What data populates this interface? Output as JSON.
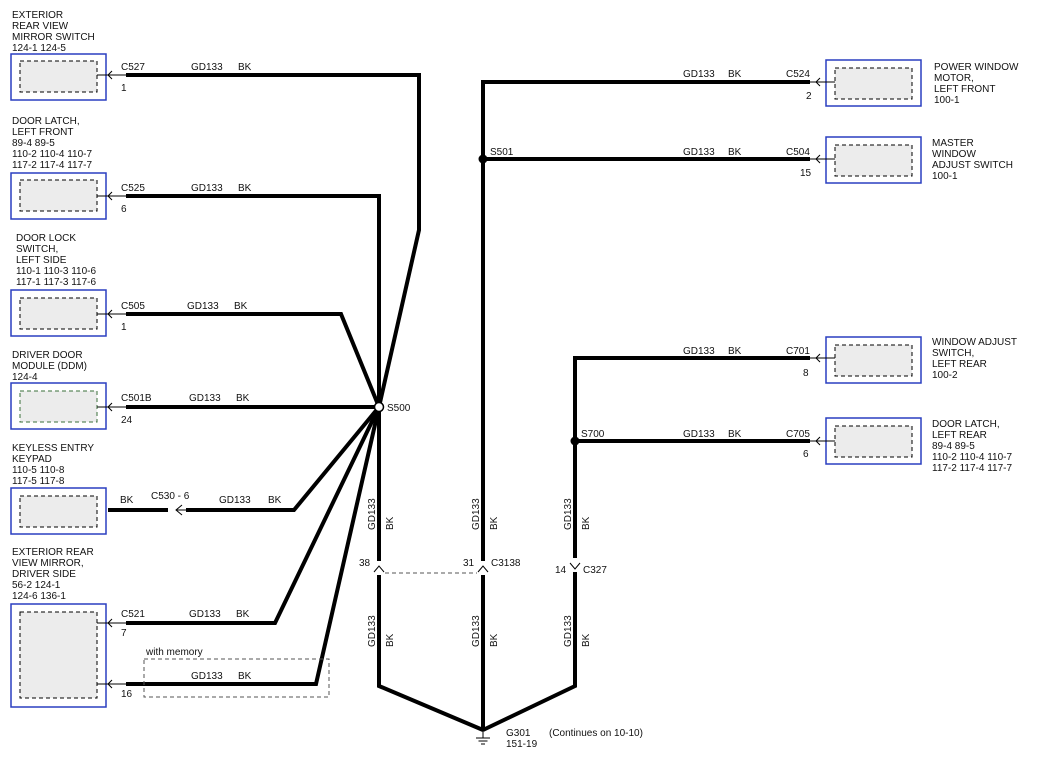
{
  "components": [
    {
      "id": "mirror_switch",
      "lines": [
        "EXTERIOR",
        "REAR VIEW",
        "MIRROR SWITCH",
        "124-1      124-5"
      ]
    },
    {
      "id": "door_latch_lf",
      "lines": [
        "DOOR LATCH,",
        "LEFT FRONT",
        "89-4       89-5",
        "110-2    110-4    110-7",
        "117-2    117-4    117-7"
      ]
    },
    {
      "id": "door_lock_switch",
      "lines": [
        "DOOR LOCK",
        "SWITCH,",
        "LEFT SIDE",
        "110-1    110-3    110-6",
        "117-1    117-3    117-6"
      ]
    },
    {
      "id": "ddm",
      "lines": [
        "DRIVER DOOR",
        "MODULE (DDM)",
        "124-4"
      ]
    },
    {
      "id": "keypad",
      "lines": [
        "KEYLESS ENTRY",
        "KEYPAD",
        "110-5    110-8",
        "117-5    117-8"
      ]
    },
    {
      "id": "ext_mirror",
      "lines": [
        "EXTERIOR REAR",
        "VIEW MIRROR,",
        "DRIVER SIDE",
        "56-2       124-1",
        "124-6     136-1"
      ]
    },
    {
      "id": "pw_motor",
      "lines": [
        "POWER WINDOW",
        "MOTOR,",
        "LEFT FRONT",
        "100-1"
      ]
    },
    {
      "id": "master_switch",
      "lines": [
        "MASTER",
        "WINDOW",
        "ADJUST SWITCH",
        "100-1"
      ]
    },
    {
      "id": "window_adjust_lr",
      "lines": [
        "WINDOW ADJUST",
        "SWITCH,",
        "LEFT REAR",
        "100-2"
      ]
    },
    {
      "id": "door_latch_lr",
      "lines": [
        "DOOR LATCH,",
        "LEFT REAR",
        "89-4       89-5",
        "110-2    110-4    110-7",
        "117-2    117-4    117-7"
      ]
    }
  ],
  "connectors": [
    {
      "id": "c527",
      "name": "C527",
      "pin": "1"
    },
    {
      "id": "c525",
      "name": "C525",
      "pin": "6"
    },
    {
      "id": "c505",
      "name": "C505",
      "pin": "1"
    },
    {
      "id": "c501b",
      "name": "C501B",
      "pin": "24"
    },
    {
      "id": "c530",
      "name": "C530 - 6",
      "pin": ""
    },
    {
      "id": "c521_7",
      "name": "C521",
      "pin": "7"
    },
    {
      "id": "c521_16",
      "name": "",
      "pin": "16"
    },
    {
      "id": "c524",
      "name": "C524",
      "pin": "2"
    },
    {
      "id": "c504",
      "name": "C504",
      "pin": "15"
    },
    {
      "id": "c701",
      "name": "C701",
      "pin": "8"
    },
    {
      "id": "c705",
      "name": "C705",
      "pin": "6"
    },
    {
      "id": "c3138",
      "name": "C3138",
      "pin_left": "38",
      "pin_right": "31"
    },
    {
      "id": "c327",
      "name": "C327",
      "pin": "14"
    }
  ],
  "wire": {
    "circuit": "GD133",
    "color": "BK"
  },
  "splices": {
    "s500": "S500",
    "s501": "S501",
    "s700": "S700"
  },
  "ground": {
    "name": "G301",
    "ref": "151-19",
    "note": "(Continues on 10-10)"
  },
  "annotations": {
    "with_memory": "with memory"
  }
}
